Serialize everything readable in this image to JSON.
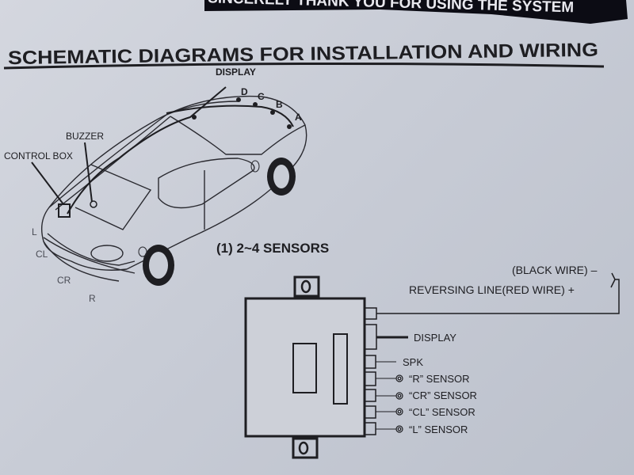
{
  "banner": {
    "text": "SINCERELY THANK YOU FOR USING THE SYSTEM"
  },
  "title": "SCHEMATIC DIAGRAMS FOR INSTALLATION AND WIRING",
  "car_diagram": {
    "display": "DISPLAY",
    "buzzer": "BUZZER",
    "control_box": "CONTROL BOX",
    "rear_sensors": [
      "L",
      "CL",
      "CR",
      "R"
    ],
    "display_points": [
      "D",
      "C",
      "B",
      "A"
    ]
  },
  "caption": "(1) 2~4 SENSORS",
  "wiring": {
    "black_wire": "(BLACK WIRE) –",
    "reversing_line": "REVERSING  LINE(RED WIRE) +",
    "display": "DISPLAY",
    "spk": "SPK",
    "sensors": [
      "“R” SENSOR",
      "“CR” SENSOR",
      "“CL” SENSOR",
      "“L” SENSOR"
    ]
  }
}
